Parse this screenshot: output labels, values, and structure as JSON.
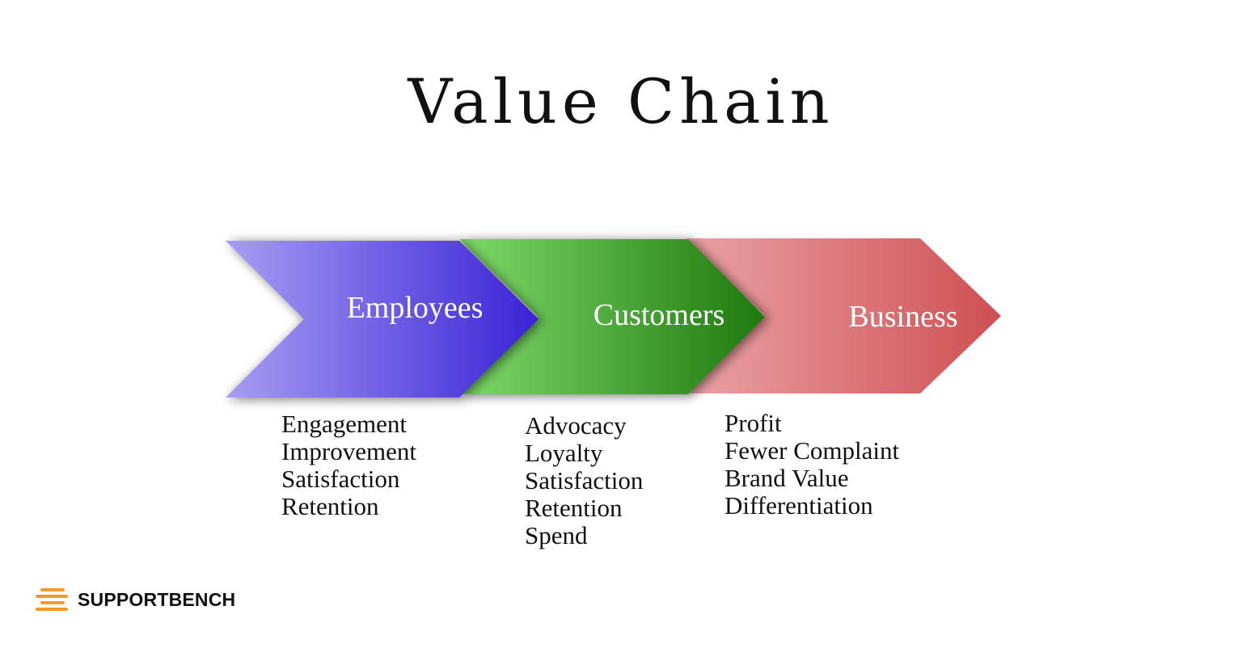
{
  "title": "Value Chain",
  "stages": [
    {
      "label": "Employees",
      "color_start": "#a69ef3",
      "color_end": "#3a23d6",
      "items": [
        "Engagement",
        "Improvement",
        "Satisfaction",
        "Retention"
      ]
    },
    {
      "label": "Customers",
      "color_start": "#7ed96a",
      "color_end": "#1f7a0e",
      "items": [
        "Advocacy",
        "Loyalty",
        "Satisfaction",
        "Retention",
        "Spend"
      ]
    },
    {
      "label": "Business",
      "color_start": "#e9a3a6",
      "color_end": "#cf4f52",
      "items": [
        "Profit",
        "Fewer Complaint",
        "Brand Value",
        "Differentiation"
      ]
    }
  ],
  "brand": {
    "name": "SUPPORTBENCH",
    "accent": "#f39a2a",
    "icon": "stacked-bars-logo-icon"
  }
}
